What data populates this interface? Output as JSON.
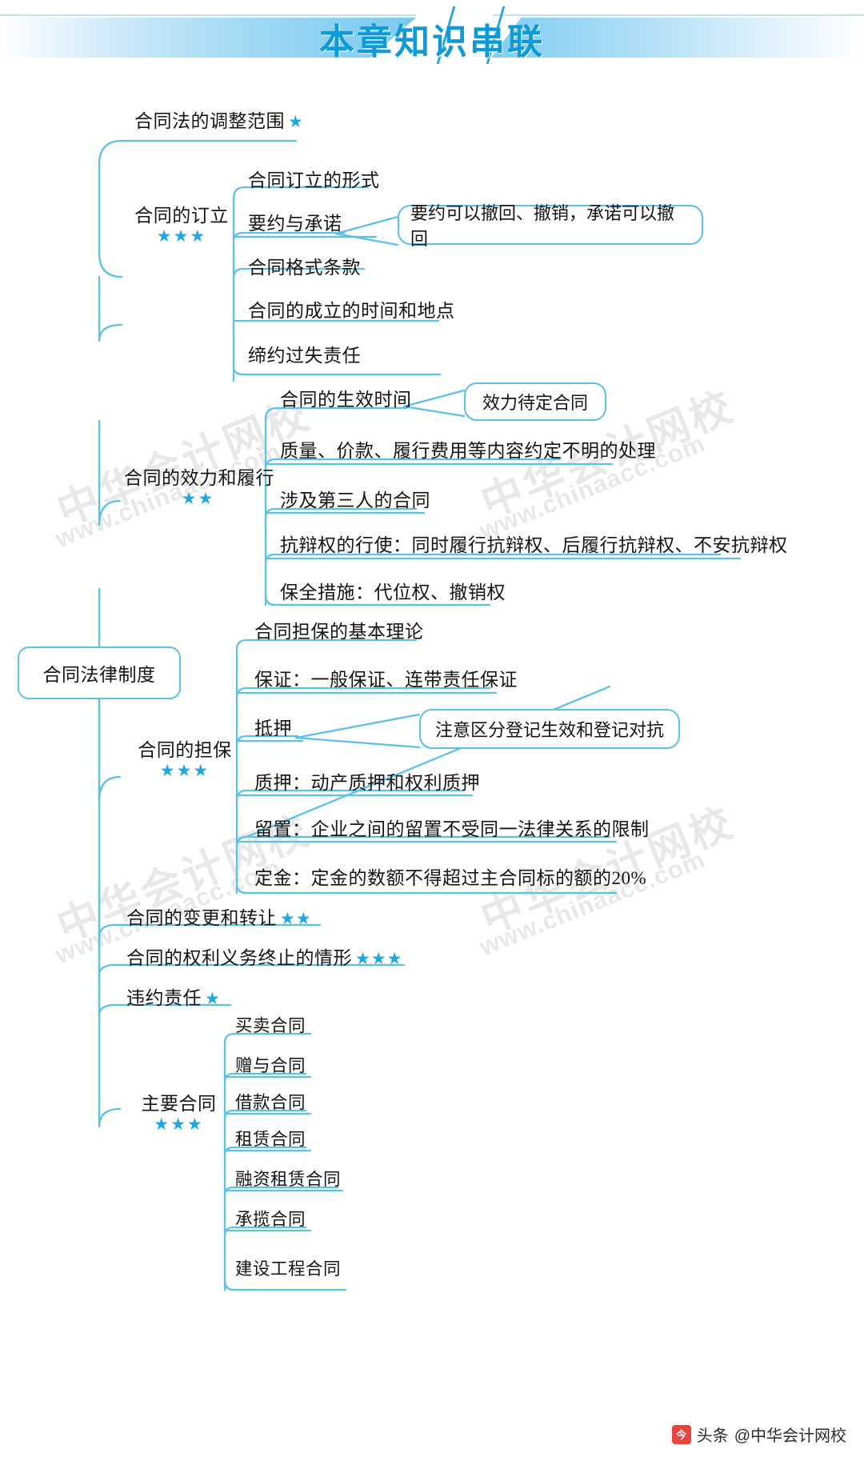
{
  "header": {
    "title": "本章知识串联",
    "accent": "#0e9ad8"
  },
  "root": {
    "label": "合同法律制度"
  },
  "branches": [
    {
      "label": "合同法的调整范围",
      "stars": "★",
      "stars_inline": true,
      "children": []
    },
    {
      "label": "合同的订立",
      "stars": "★★★",
      "stars_inline": false,
      "children": [
        {
          "label": "合同订立的形式"
        },
        {
          "label": "要约与承诺",
          "callout": "要约可以撤回、撤销，承诺可以撤回"
        },
        {
          "label": "合同格式条款"
        },
        {
          "label": "合同的成立的时间和地点"
        },
        {
          "label": "缔约过失责任"
        }
      ]
    },
    {
      "label": "合同的效力和履行",
      "stars": "★★",
      "stars_inline": false,
      "children": [
        {
          "label": "合同的生效时间",
          "callout": "效力待定合同"
        },
        {
          "label": "质量、价款、履行费用等内容约定不明的处理"
        },
        {
          "label": "涉及第三人的合同"
        },
        {
          "label": "抗辩权的行使：同时履行抗辩权、后履行抗辩权、不安抗辩权"
        },
        {
          "label": "保全措施：代位权、撤销权"
        }
      ]
    },
    {
      "label": "合同的担保",
      "stars": "★★★",
      "stars_inline": false,
      "children": [
        {
          "label": "合同担保的基本理论"
        },
        {
          "label": "保证：一般保证、连带责任保证"
        },
        {
          "label": "抵押",
          "callout": "注意区分登记生效和登记对抗"
        },
        {
          "label": "质押：动产质押和权利质押"
        },
        {
          "label": "留置：企业之间的留置不受同一法律关系的限制"
        },
        {
          "label": "定金：定金的数额不得超过主合同标的额的20%"
        }
      ]
    },
    {
      "label": "合同的变更和转让",
      "stars": "★★",
      "stars_inline": true,
      "children": []
    },
    {
      "label": "合同的权利义务终止的情形",
      "stars": "★★★",
      "stars_inline": true,
      "children": []
    },
    {
      "label": "违约责任",
      "stars": "★",
      "stars_inline": true,
      "children": []
    },
    {
      "label": "主要合同",
      "stars": "★★★",
      "stars_inline": false,
      "children": [
        {
          "label": "买卖合同"
        },
        {
          "label": "赠与合同"
        },
        {
          "label": "借款合同"
        },
        {
          "label": "租赁合同"
        },
        {
          "label": "融资租赁合同"
        },
        {
          "label": "承揽合同"
        },
        {
          "label": "建设工程合同"
        }
      ]
    }
  ],
  "watermarks": {
    "cn": "中华会计网校",
    "en": "www.chinaacc.com"
  },
  "footer": {
    "platform": "头条",
    "account": "@中华会计网校",
    "badge": "今"
  },
  "colors": {
    "line": "#5cc0e8",
    "text": "#141414",
    "star": "#1ea7e1"
  }
}
